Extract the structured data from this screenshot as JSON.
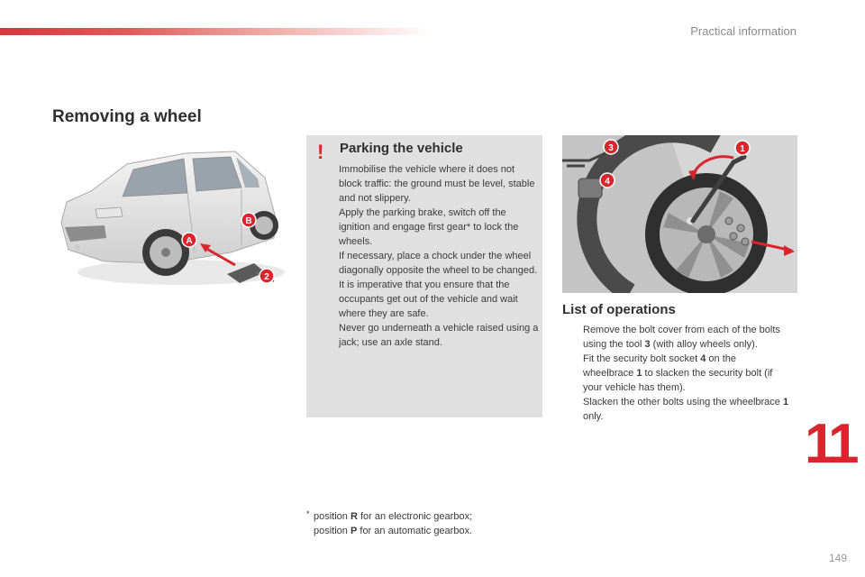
{
  "header": {
    "section_label": "Practical information",
    "accent_color": "#d9252e"
  },
  "title": "Removing a wheel",
  "car_illustration": {
    "callouts": [
      "A",
      "B",
      "2"
    ]
  },
  "warning": {
    "icon": "exclamation-icon",
    "title": "Parking the vehicle",
    "paragraphs": [
      "Immobilise the vehicle where it does not block traffic: the ground must be level, stable and not slippery.",
      "Apply the parking brake, switch off the ignition and engage first gear* to lock the wheels.",
      "If necessary, place a chock under the wheel diagonally opposite the wheel to be changed.",
      "It is imperative that you ensure that the occupants get out of the vehicle and wait where they are safe.",
      "Never go underneath a vehicle raised using a jack; use an axle stand."
    ]
  },
  "wheel_photo": {
    "callouts": [
      "3",
      "4",
      "1"
    ]
  },
  "operations": {
    "title": "List of operations",
    "bullet": "",
    "items": [
      {
        "before": "Remove the bolt cover from each of the bolts using the tool ",
        "bold": "3",
        "after": " (with alloy wheels only)."
      },
      {
        "before": "Fit the security bolt socket ",
        "bold": "4",
        "after": " on the wheelbrace "
      },
      {
        "before": "Slacken the other bolts using the wheelbrace ",
        "bold": "1",
        "after": " only."
      }
    ],
    "item2_bold2": "1",
    "item2_after2": " to slacken the security bolt (if your vehicle has them)."
  },
  "chapter_number": "11",
  "footnote": {
    "star": "*",
    "line1_before": "position ",
    "line1_bold": "R",
    "line1_after": " for an electronic gearbox;",
    "line2_before": "position ",
    "line2_bold": "P",
    "line2_after": " for an automatic gearbox."
  },
  "page_number": "149"
}
